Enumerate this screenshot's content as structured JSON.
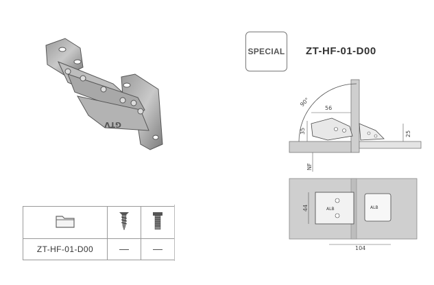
{
  "badge": {
    "label": "SPECIAL"
  },
  "product": {
    "code": "ZT-HF-01-D00"
  },
  "hinge_photo": {
    "logo_text": "GTV"
  },
  "drawing_side": {
    "angle_label": "90°",
    "dim_width": "56",
    "dim_height": "35",
    "dim_right": "25",
    "dim_bottom": "NF"
  },
  "drawing_plan": {
    "dim_height": "44",
    "dim_width": "104",
    "plate_label_left": "ALB",
    "plate_label_right": "ALB"
  },
  "table": {
    "row_code": "ZT-HF-01-D00",
    "col2_value": "—",
    "col3_value": "—"
  },
  "icons": {
    "folder": "folder-icon",
    "screw_wood": "wood-screw-icon",
    "screw_euro": "euro-screw-icon"
  }
}
